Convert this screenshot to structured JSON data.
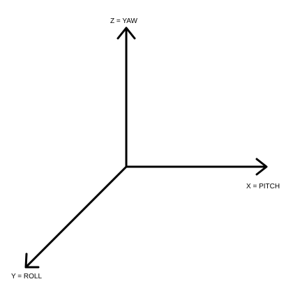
{
  "diagram": {
    "axes": [
      {
        "id": "z",
        "label": "Z = YAW"
      },
      {
        "id": "x",
        "label": "X = PITCH"
      },
      {
        "id": "y",
        "label": "Y = ROLL"
      }
    ]
  },
  "colors": {
    "stroke": "#000000",
    "background": "#ffffff"
  }
}
